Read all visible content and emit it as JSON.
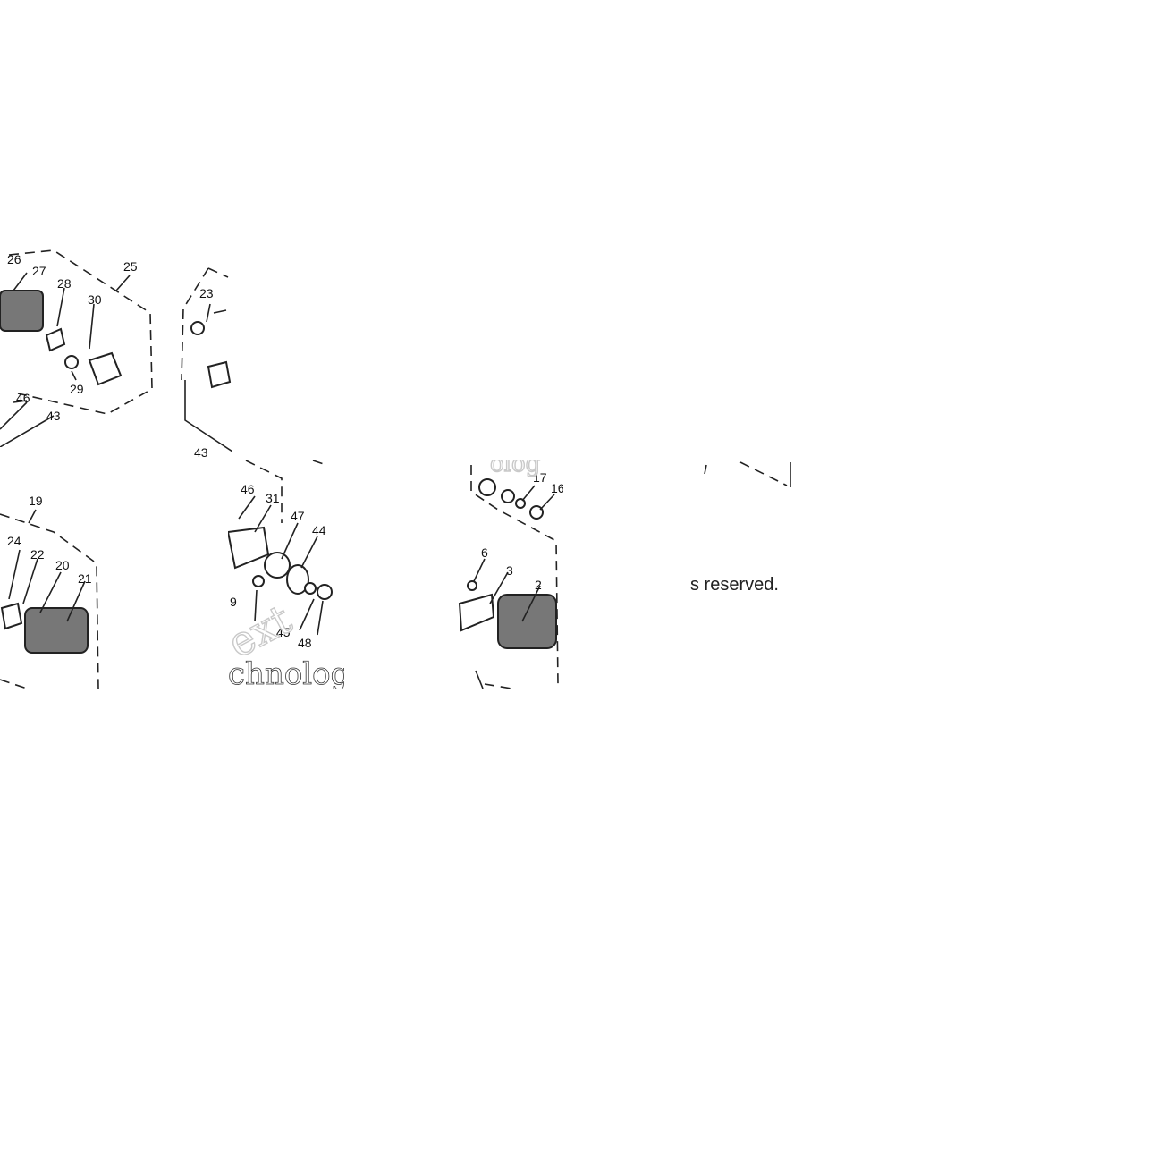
{
  "labels": {
    "n26": "26",
    "n27": "27",
    "n28": "28",
    "n30": "30",
    "n25": "25",
    "n29": "29",
    "n46a": "46",
    "n43a": "43",
    "n23": "23",
    "n43b": "43",
    "n19": "19",
    "n24": "24",
    "n22": "22",
    "n20": "20",
    "n21": "21",
    "n46b": "46",
    "n31": "31",
    "n47": "47",
    "n44": "44",
    "n9": "9",
    "n45": "45",
    "n48": "48",
    "n17": "17",
    "n16": "16",
    "n6": "6",
    "n3": "3",
    "n2": "2"
  },
  "watermarks": {
    "w1": "ext",
    "w2": "chnologi",
    "w3": "olog"
  },
  "copyright_fragment": "s reserved."
}
